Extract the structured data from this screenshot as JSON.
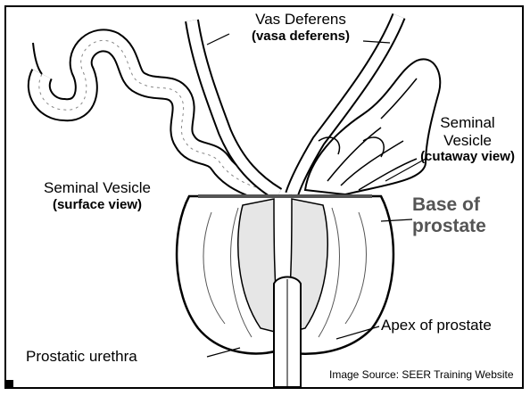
{
  "labels": {
    "vas_deferens": "Vas Deferens",
    "vas_deferens_alt": "(vasa deferens)",
    "seminal_vesicle_surface": "Seminal Vesicle",
    "seminal_vesicle_surface_note": "(surface view)",
    "seminal_vesicle_cutaway_1": "Seminal",
    "seminal_vesicle_cutaway_2": "Vesicle",
    "seminal_vesicle_cutaway_note": "(cutaway view)",
    "base_1": "Base of",
    "base_2": "prostate",
    "apex": "Apex of prostate",
    "urethra": "Prostatic urethra"
  },
  "source": "Image Source: SEER Training Website"
}
